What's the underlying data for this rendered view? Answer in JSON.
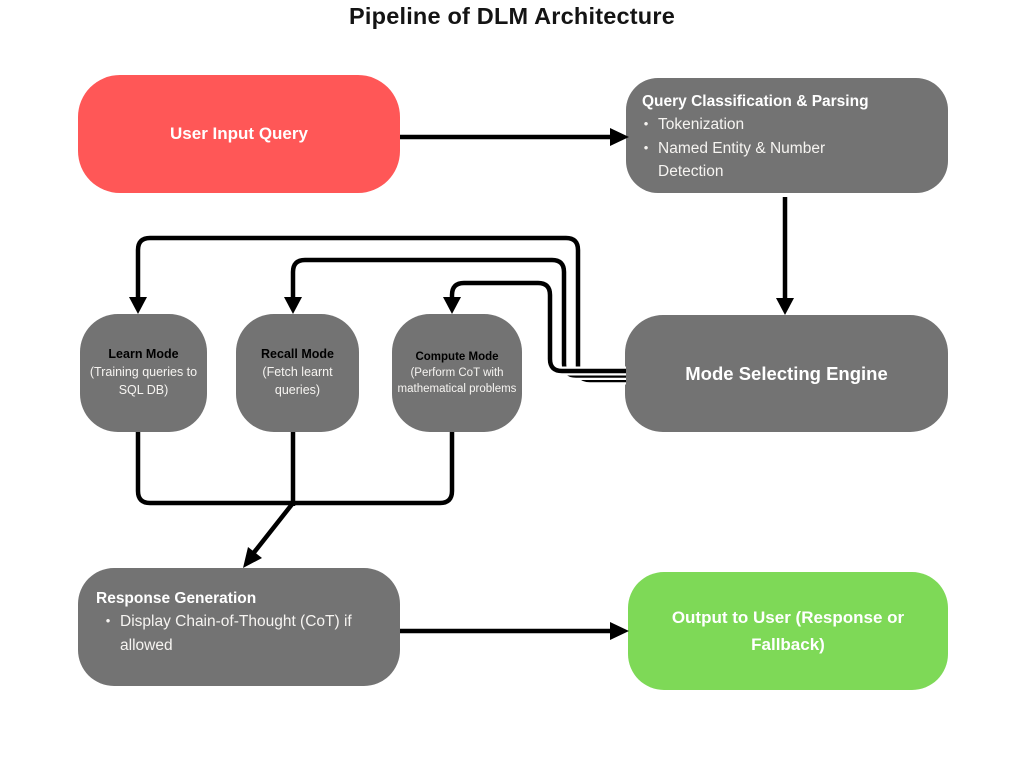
{
  "title": "Pipeline of DLM Architecture",
  "bullet_char": "•",
  "colors": {
    "node_red": "#FF5757",
    "node_gray": "#737373",
    "node_green": "#7ED957",
    "arrow": "#000000",
    "background": "#FFFFFF",
    "node_text": "#FFFFFF",
    "title_text": "#141414"
  },
  "nodes": {
    "user_input": {
      "label": "User Input Query"
    },
    "query_classification": {
      "title": "Query Classification & Parsing",
      "bullets": [
        "Tokenization",
        "Named Entity & Number Detection"
      ]
    },
    "mode_selecting": {
      "label": "Mode Selecting Engine"
    },
    "learn_mode": {
      "title": "Learn Mode",
      "subtitle": "(Training queries to SQL DB)"
    },
    "recall_mode": {
      "title": "Recall Mode",
      "subtitle": "(Fetch learnt queries)"
    },
    "compute_mode": {
      "title": "Compute Mode",
      "subtitle": "(Perform CoT with mathematical problems"
    },
    "response_generation": {
      "title": "Response Generation",
      "bullets": [
        "Display Chain-of-Thought (CoT) if allowed"
      ]
    },
    "output": {
      "label": "Output to User (Response or Fallback)"
    }
  },
  "edges": [
    {
      "from": "user_input",
      "to": "query_classification"
    },
    {
      "from": "query_classification",
      "to": "mode_selecting"
    },
    {
      "from": "mode_selecting",
      "to": "learn_mode"
    },
    {
      "from": "mode_selecting",
      "to": "recall_mode"
    },
    {
      "from": "mode_selecting",
      "to": "compute_mode"
    },
    {
      "from": "learn_mode",
      "to": "response_generation"
    },
    {
      "from": "recall_mode",
      "to": "response_generation"
    },
    {
      "from": "compute_mode",
      "to": "response_generation"
    },
    {
      "from": "response_generation",
      "to": "output"
    }
  ]
}
